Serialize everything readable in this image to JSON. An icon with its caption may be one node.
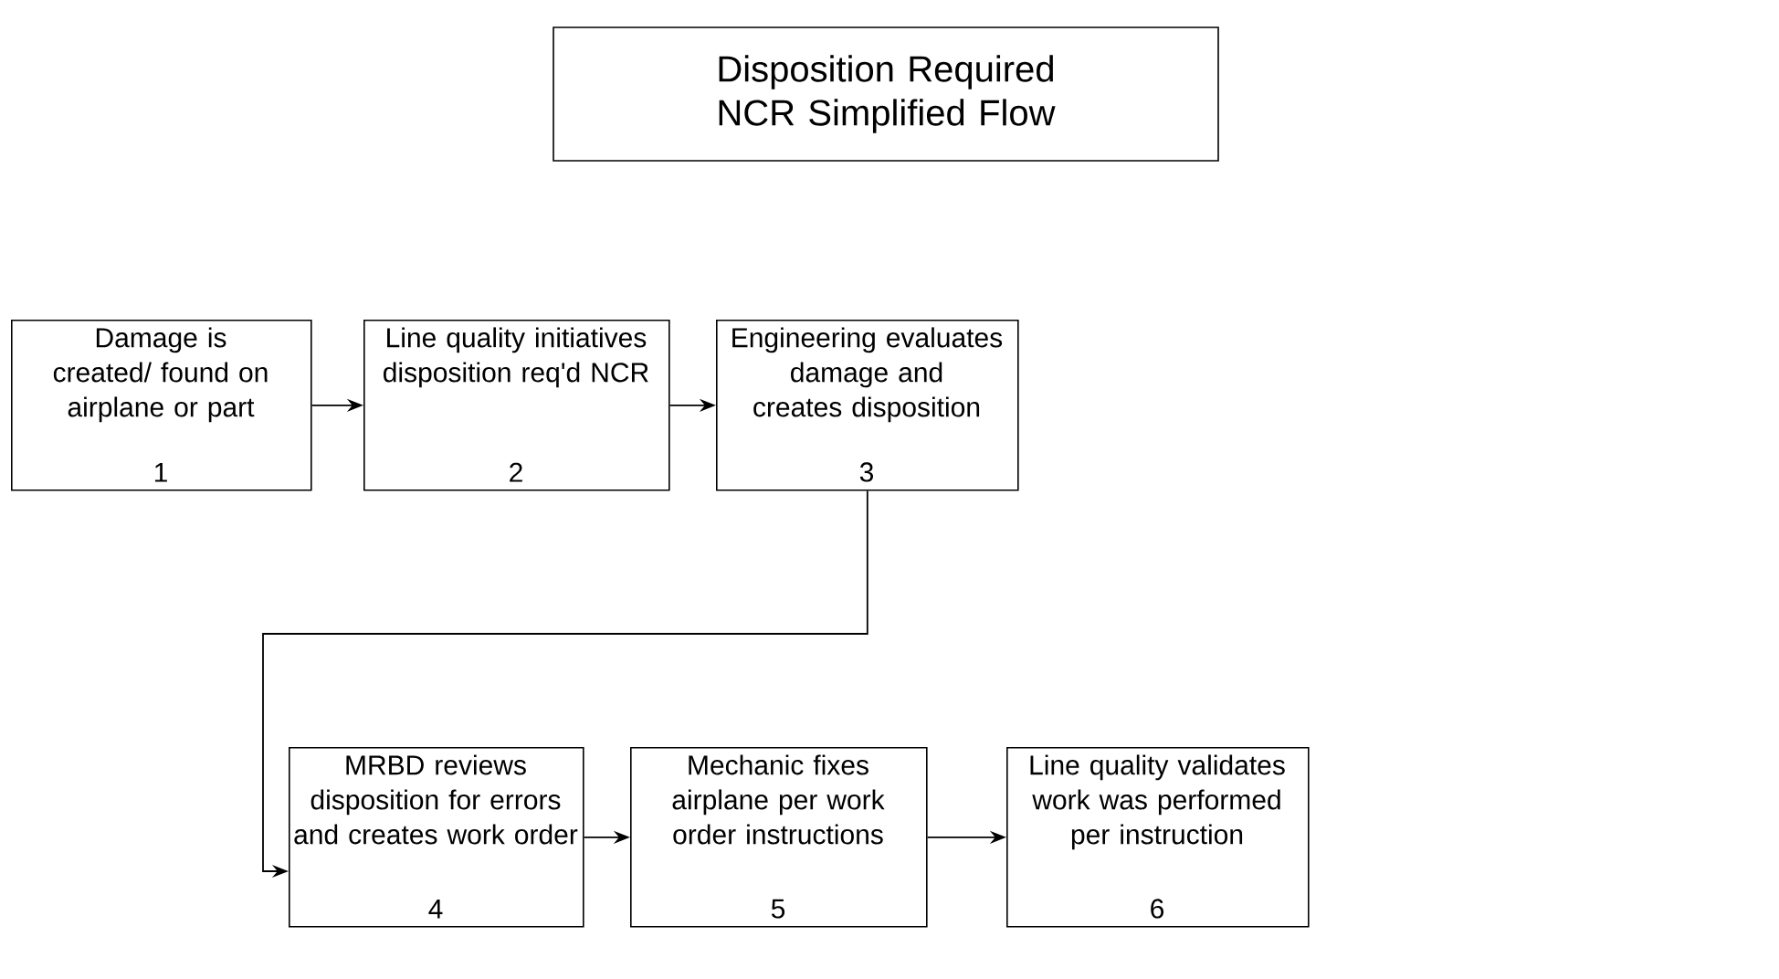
{
  "diagram": {
    "title": "Disposition Required NCR Simplified Flow",
    "nodes": [
      {
        "text": [
          "Damage is created/ found on airplane or part",
          "1"
        ]
      },
      {
        "text": [
          "Line quality initiatives disposition req'd NCR",
          "2"
        ]
      },
      {
        "text": [
          "Engineering evaluates damage and creates disposition",
          "3"
        ]
      },
      {
        "text": [
          "MRBD reviews disposition for errors and creates work order",
          "4"
        ]
      },
      {
        "text": [
          "Mechanic fixes airplane per work order instructions",
          "5"
        ]
      },
      {
        "text": [
          "Line quality validates work was performed per instruction",
          "6"
        ]
      }
    ],
    "edges": [
      {
        "from": 0,
        "to": 1,
        "arrow": "to"
      },
      {
        "from": 1,
        "to": 2,
        "arrow": "to"
      },
      {
        "from": 2,
        "to": 3,
        "arrow": "to"
      },
      {
        "from": 3,
        "to": 4,
        "arrow": "to"
      },
      {
        "from": 4,
        "to": 5,
        "arrow": "to"
      }
    ]
  }
}
